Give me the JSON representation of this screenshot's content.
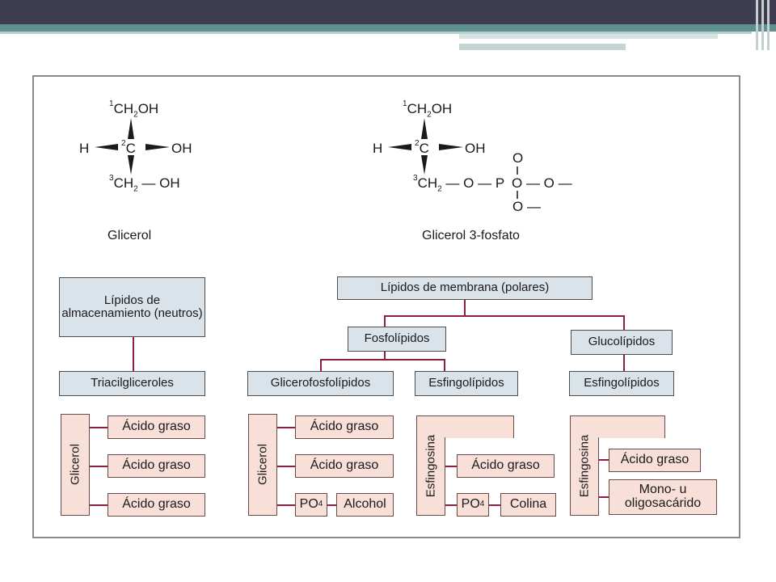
{
  "slide": {
    "accent_dark": "#3d3d4f",
    "accent_teal": "#5e9090"
  },
  "molecules": {
    "glicerol": {
      "c1": "1",
      "ch2oh_top": "CH",
      "sub2": "2",
      "oh_top": "OH",
      "h": "H",
      "c2_num": "2",
      "c": "C",
      "oh_right": "OH",
      "c3": "3",
      "ch2_bottom": "CH",
      "sub2b": "2",
      "dash": "— OH",
      "caption": "Glicerol"
    },
    "glicerol3p": {
      "c1": "1",
      "ch2oh_top": "CH",
      "sub2": "2",
      "oh_top": "OH",
      "h": "H",
      "c2_num": "2",
      "c": "C",
      "oh_right": "OH",
      "c3": "3",
      "ch2_bottom": "CH",
      "sub2b": "2",
      "chain": "— O — P",
      "o_top": "O",
      "o_mid": "O — O —",
      "o_bottom": "O —",
      "caption": "Glicerol 3-fosfato"
    }
  },
  "tree": {
    "storage": "Lípidos de almacenamiento (neutros)",
    "membrane": "Lípidos de membrana (polares)",
    "phospho": "Fosfolípidos",
    "gluco": "Glucolípidos",
    "triacyl": "Triacilgliceroles",
    "glycerophospho": "Glicerofosfolípidos",
    "sphingo1": "Esfingolípidos",
    "sphingo2": "Esfingolípidos"
  },
  "structures": {
    "glicerol_label": "Glicerol",
    "esfingosina_label": "Esfingosina",
    "acido_graso": "Ácido graso",
    "po4": "PO",
    "po4_sub": "4",
    "alcohol": "Alcohol",
    "colina": "Colina",
    "oligo": "Mono- u oligosacárido"
  }
}
